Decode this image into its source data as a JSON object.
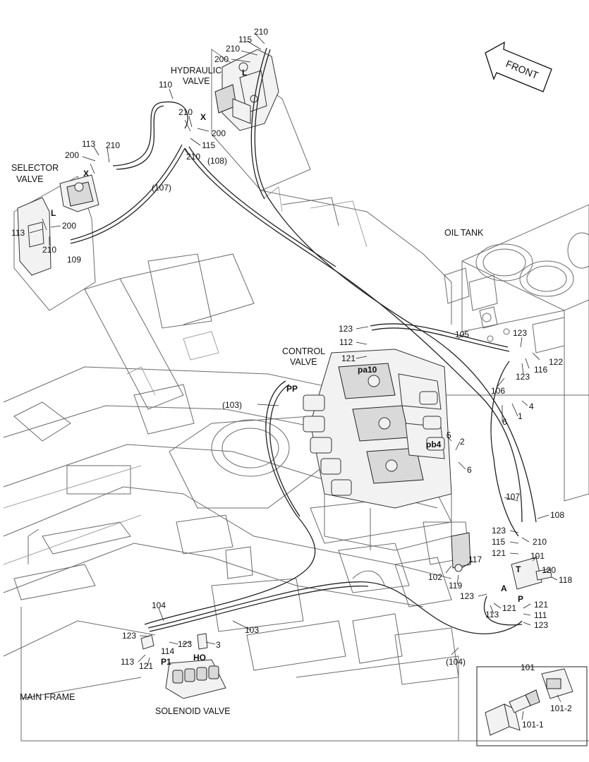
{
  "titles": {
    "hydraulic_valve": [
      "HYDRAULIC",
      "VALVE"
    ],
    "selector_valve": [
      "SELECTOR",
      "VALVE"
    ],
    "control_valve": [
      "CONTROL",
      "VALVE"
    ],
    "oil_tank": "OIL TANK",
    "main_frame": "MAIN FRAME",
    "solenoid_valve": "SOLENOID VALVE",
    "front": "FRONT"
  },
  "port_labels": {
    "L_top": "L",
    "X_top": "X",
    "X_selector": "X",
    "L_selector": "L",
    "pa10": "pa10",
    "pb4": "pb4",
    "PP": "PP",
    "T": "T",
    "A": "A",
    "P": "P",
    "P1": "P1",
    "HO": "HO"
  },
  "callouts": {
    "c210_a": "210",
    "c115_a": "115",
    "c210_b": "210",
    "c200_a": "200",
    "c110": "110",
    "c210_c": "210",
    "c200_b": "200",
    "c115_b": "115",
    "c210_d": "210",
    "c108_p": "(108)",
    "c107_p": "(107)",
    "c113_a": "113",
    "c210_e": "210",
    "c200_c": "200",
    "c200_d": "200",
    "c113_b": "113",
    "c210_f": "210",
    "c109": "109",
    "c123_a": "123",
    "c112": "112",
    "c121_a": "121",
    "c105": "105",
    "c123_b": "123",
    "c122": "122",
    "c116": "116",
    "c123_c": "123",
    "c106": "106",
    "c4": "4",
    "c1": "1",
    "c6_a": "6",
    "c5": "5",
    "c2": "2",
    "c6_b": "6",
    "c103_p": "(103)",
    "c107": "107",
    "c108": "108",
    "c123_d": "123",
    "c210_g": "210",
    "c115_c": "115",
    "c121_b": "121",
    "c101_a": "101",
    "c117": "117",
    "c120": "120",
    "c118": "118",
    "c102": "102",
    "c119": "119",
    "c123_e": "123",
    "c121_c": "121",
    "c113_c": "113",
    "c121_d": "121",
    "c111": "111",
    "c123_f": "123",
    "c104": "104",
    "c103": "103",
    "c104_p": "(104)",
    "c123_g": "123",
    "c114": "114",
    "c123_h": "123",
    "c3": "3",
    "c113_d": "113",
    "c121_e": "121",
    "c101_b": "101",
    "c101_1": "101-1",
    "c101_2": "101-2"
  }
}
